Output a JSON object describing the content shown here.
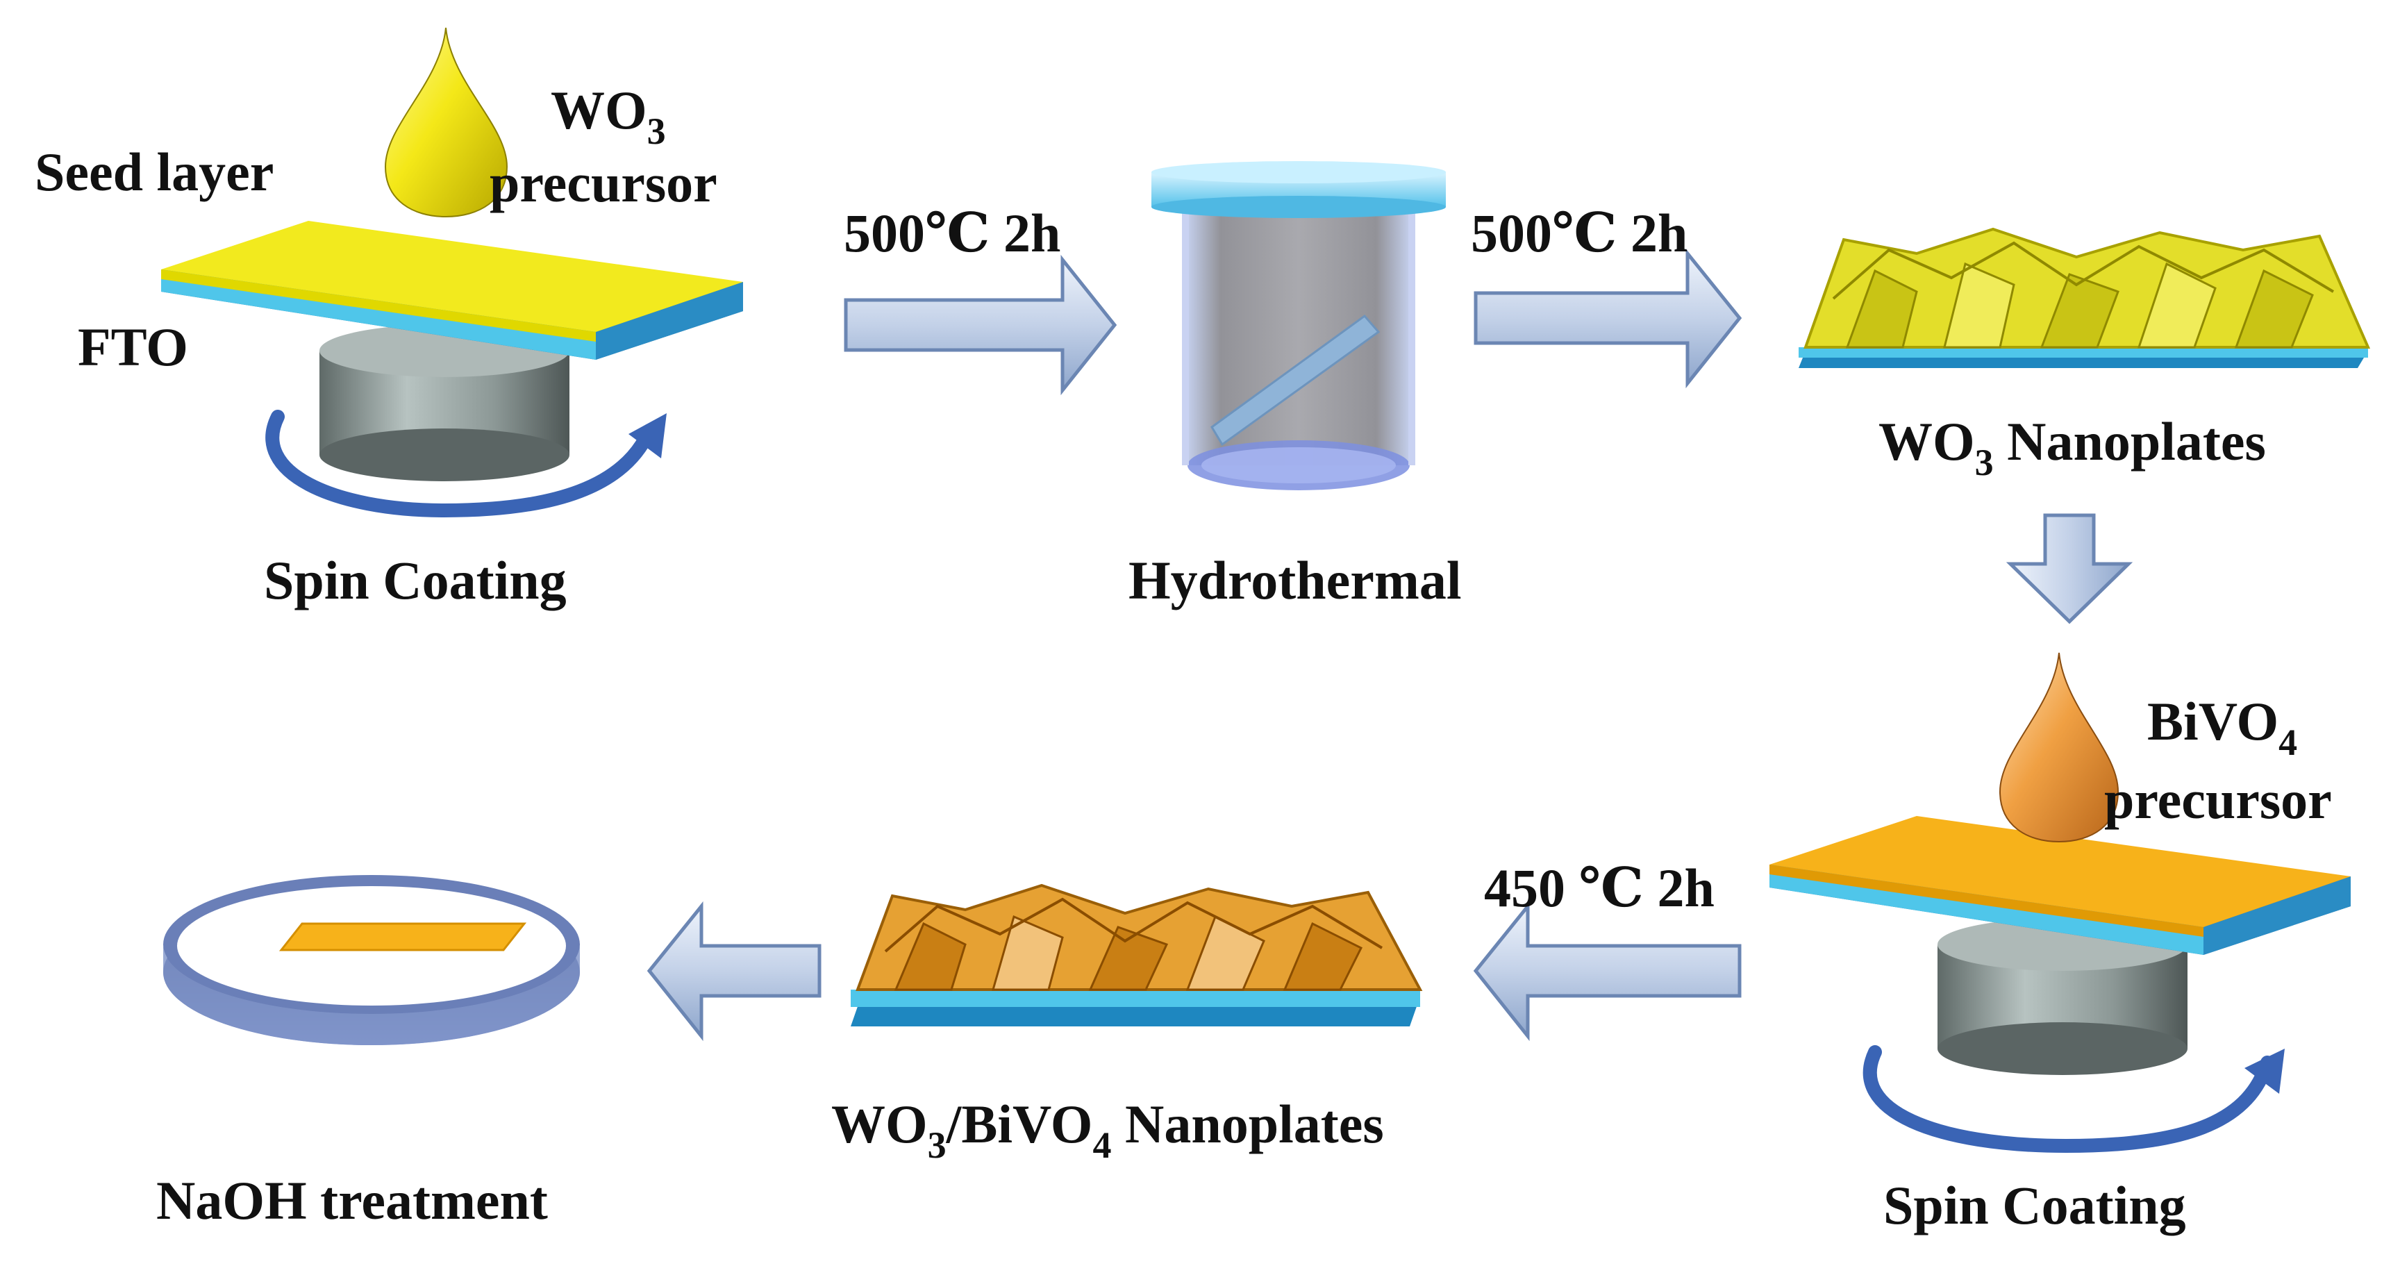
{
  "step1": {
    "seed_label": "Seed layer",
    "fto_label": "FTO",
    "precursor_formula": "WO",
    "precursor_sub": "3",
    "precursor_word": "precursor",
    "caption": "Spin Coating"
  },
  "arrow1": {
    "label": "500℃  2h"
  },
  "step2": {
    "caption": "Hydrothermal"
  },
  "arrow2": {
    "label": "500℃  2h"
  },
  "step3": {
    "caption_formula": "WO",
    "caption_sub": "3",
    "caption_rest": " Nanoplates"
  },
  "step4": {
    "precursor_formula": "BiVO",
    "precursor_sub": "4",
    "precursor_word": "precursor",
    "caption": "Spin Coating"
  },
  "arrow4": {
    "label": "450 ℃  2h"
  },
  "step5": {
    "caption_a": "WO",
    "caption_a_sub": "3",
    "caption_b": "/BiVO",
    "caption_b_sub": "4",
    "caption_rest": " Nanoplates"
  },
  "step6": {
    "caption": "NaOH  treatment"
  },
  "colors": {
    "wo3_yellow": "#f2ea1e",
    "bivo4_orange": "#f7b21a",
    "fto_blue": "#4fc6ea",
    "arrow_fill": "#c9d6ea",
    "arrow_stroke": "#6b86b3",
    "spin_arrow": "#3a64b5"
  }
}
